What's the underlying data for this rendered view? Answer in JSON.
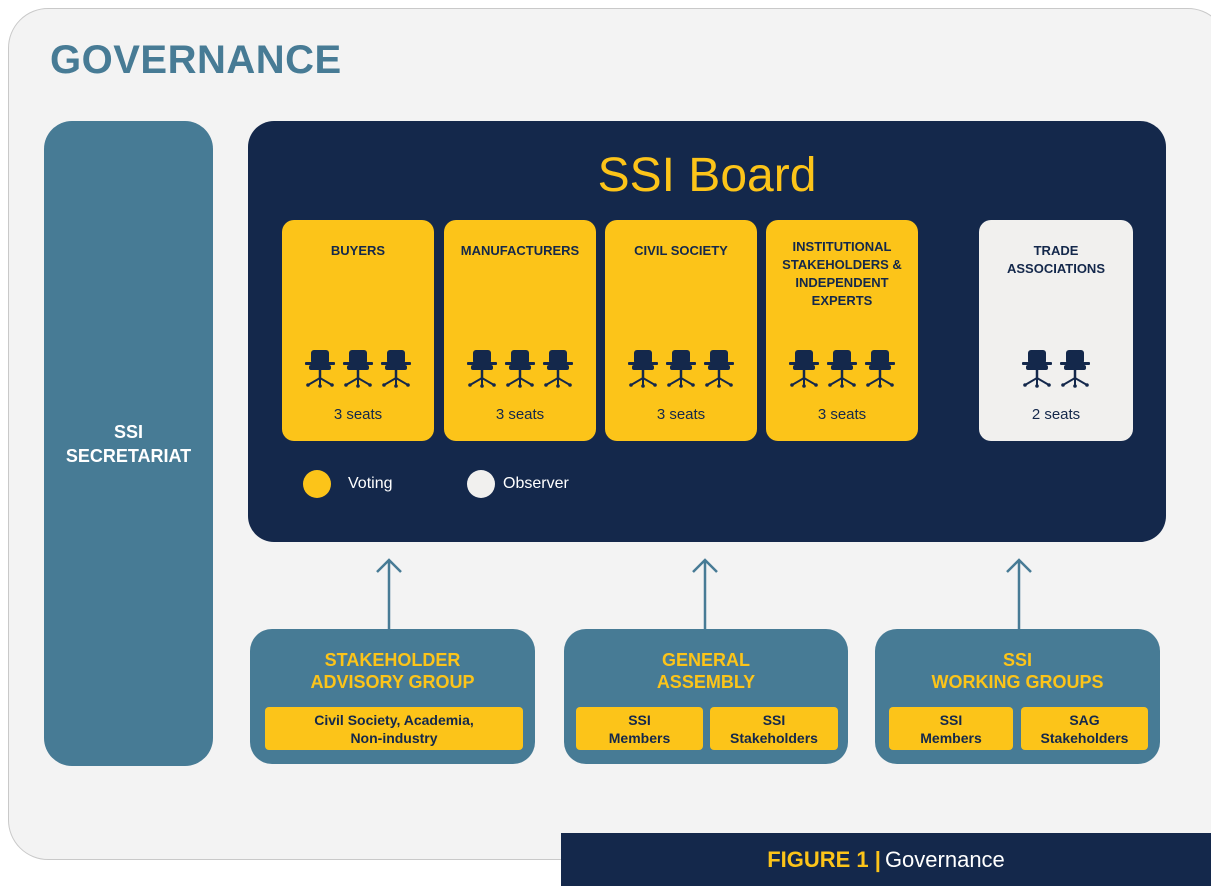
{
  "page": {
    "title": "GOVERNANCE"
  },
  "secretariat": {
    "label": "SSI\nSECRETARIAT"
  },
  "board": {
    "title": "SSI Board",
    "cards": [
      {
        "label": "BUYERS",
        "seats_label": "3 seats",
        "seats": 3,
        "type": "voting"
      },
      {
        "label": "MANUFACTURERS",
        "seats_label": "3 seats",
        "seats": 3,
        "type": "voting"
      },
      {
        "label": "CIVIL SOCIETY",
        "seats_label": "3 seats",
        "seats": 3,
        "type": "voting"
      },
      {
        "label": "INSTITUTIONAL STAKEHOLDERS & INDEPENDENT EXPERTS",
        "seats_label": "3 seats",
        "seats": 3,
        "type": "voting"
      },
      {
        "label": "TRADE ASSOCIATIONS",
        "seats_label": "2 seats",
        "seats": 2,
        "type": "observer"
      }
    ],
    "legend": {
      "voting": "Voting",
      "observer": "Observer"
    }
  },
  "groups": [
    {
      "title": "STAKEHOLDER\nADVISORY GROUP",
      "chips": [
        "Civil Society, Academia,\nNon-industry"
      ]
    },
    {
      "title": "GENERAL\nASSEMBLY",
      "chips": [
        "SSI\nMembers",
        "SSI\nStakeholders"
      ]
    },
    {
      "title": "SSI\nWORKING GROUPS",
      "chips": [
        "SSI\nMembers",
        "SAG\nStakeholders"
      ]
    }
  ],
  "caption": {
    "prefix": "FIGURE 1 |",
    "text": "Governance"
  },
  "colors": {
    "navy": "#14284b",
    "teal": "#477b95",
    "yellow": "#fcc419",
    "light": "#f1f0ee"
  },
  "icons": {
    "seat": "office-chair-icon",
    "arrow": "arrow-up-icon"
  }
}
